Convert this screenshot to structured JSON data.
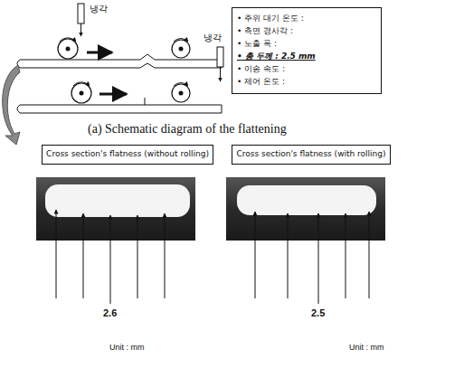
{
  "diagram": {
    "nodes": [
      {
        "text": [
          "• 주위 대기 온도 :",
          "• 측면 경사각 :",
          "• 노출 폭 :",
          "• 총 두께 : 2.5 mm",
          "• 이송 속도 :",
          "• 제어 온도 :"
        ]
      },
      {
        "text": [
          "Cross section's flatness (without rolling)"
        ]
      },
      {
        "text": [
          "Cross section's flatness (with rolling)"
        ]
      }
    ],
    "labels": [
      "냉각",
      "냉각",
      "(a) Schematic diagram of the flattening",
      "2.6",
      "Unit : mm",
      "2.5",
      "Unit : mm"
    ]
  }
}
